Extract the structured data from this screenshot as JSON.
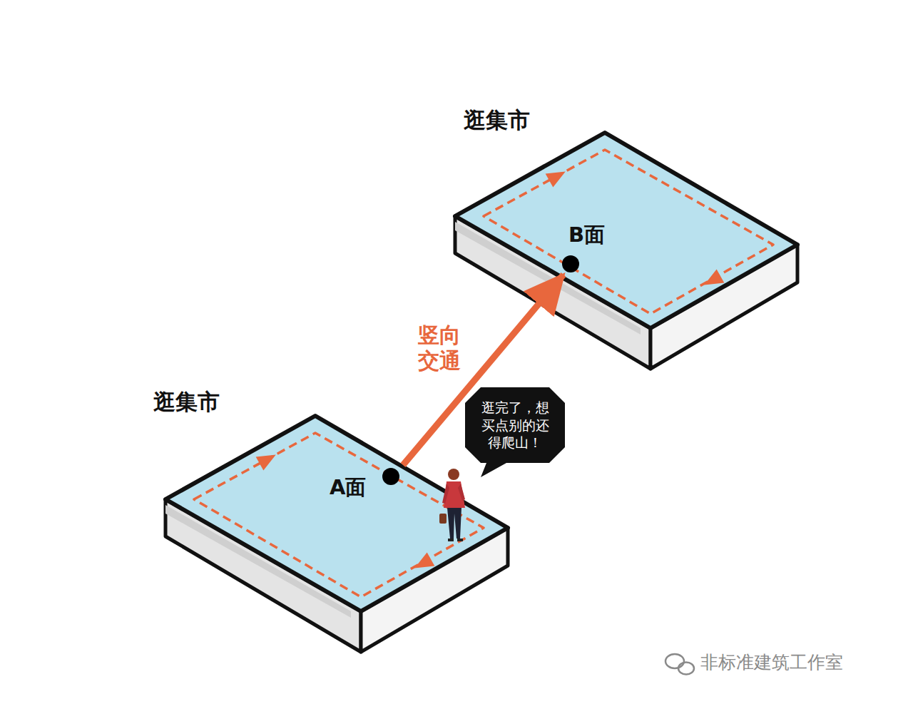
{
  "diagram": {
    "nodes": [
      {
        "text": [
          "逛集市",
          "B面"
        ]
      },
      {
        "text": [
          "逛集市",
          "A面"
        ]
      },
      {
        "text": [
          "逛完了，想买点别的还得爬山！"
        ]
      }
    ],
    "edges": [
      {
        "from": 1,
        "to": 0,
        "label": "竖向 交通",
        "arrow": "to"
      }
    ],
    "labels": [
      "非标准建筑工作室"
    ]
  }
}
